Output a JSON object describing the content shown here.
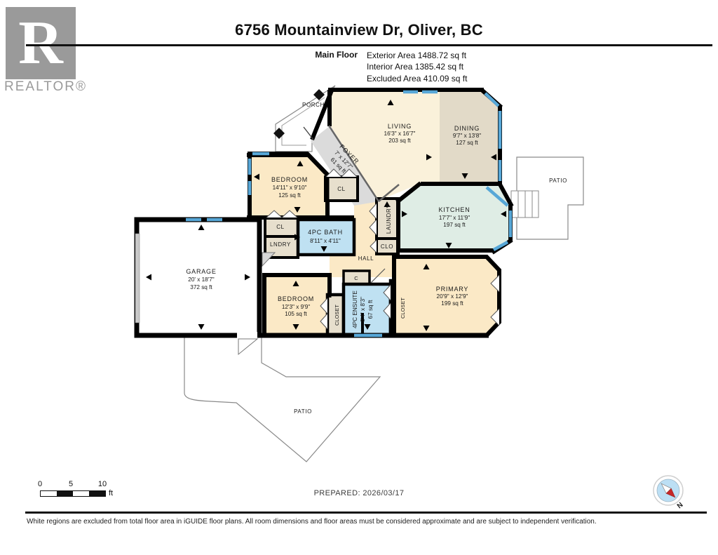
{
  "header": {
    "brand_letter": "R",
    "brand_name": "REALTOR®",
    "title": "6756 Mountainview Dr, Oliver, BC",
    "floor_label": "Main Floor",
    "area_lines": [
      "Exterior Area 1488.72 sq ft",
      "Interior Area 1385.42 sq ft",
      "Excluded Area 410.09 sq ft"
    ]
  },
  "rooms": {
    "porch": {
      "name": "PORCH"
    },
    "foyer": {
      "name": "FOYER",
      "dims": "7' x 12'7\"",
      "area": "61 sq ft"
    },
    "living": {
      "name": "LIVING",
      "dims": "16'3\" x 16'7\"",
      "area": "203 sq ft"
    },
    "dining": {
      "name": "DINING",
      "dims": "9'7\" x 13'8\"",
      "area": "127 sq ft"
    },
    "kitchen": {
      "name": "KITCHEN",
      "dims": "17'7\" x 11'9\"",
      "area": "197 sq ft"
    },
    "bedroom_upper": {
      "name": "BEDROOM",
      "dims": "14'11\" x 9'10\"",
      "area": "125 sq ft"
    },
    "closet_foyer": {
      "name": "CL"
    },
    "closet_hall": {
      "name": "CL"
    },
    "lndry": {
      "name": "LNDRY"
    },
    "bath": {
      "name": "4PC BATH",
      "dims": "8'11\" x 4'11\""
    },
    "laundry": {
      "name": "LAUNDRY"
    },
    "clo": {
      "name": "CLO"
    },
    "hall": {
      "name": "HALL"
    },
    "garage": {
      "name": "GARAGE",
      "dims": "20' x 18'7\"",
      "area": "372 sq ft"
    },
    "bedroom_lower": {
      "name": "BEDROOM",
      "dims": "12'3\" x 9'9\"",
      "area": "105 sq ft"
    },
    "c_closet": {
      "name": "C"
    },
    "closet_bedroom": {
      "name": "CLOSET"
    },
    "closet_primary": {
      "name": "CLOSET"
    },
    "ensuite": {
      "name": "4PC ENSUITE",
      "dims": "8'4\" x 8'3\"",
      "area": "67 sq ft"
    },
    "primary": {
      "name": "PRIMARY",
      "dims": "20'9\" x 12'9\"",
      "area": "199 sq ft"
    },
    "patio_upper": {
      "name": "PATIO"
    },
    "patio_lower": {
      "name": "PATIO"
    }
  },
  "scale_bar": {
    "ticks": [
      "0",
      "5",
      "10"
    ],
    "unit": "ft"
  },
  "footer": {
    "prepared": "PREPARED: 2026/03/17",
    "compass": "N",
    "disclaimer": "White regions are excluded from total floor area in iGUIDE floor plans. All room dimensions and floor areas must be considered approximate and are subject to independent verification."
  },
  "palette": {
    "wall": "#000000",
    "window_blue": "#57A7D7",
    "room_tan": "#FBE9C6",
    "living_cream": "#FAF1DA",
    "dining_beige": "#E2DAC8",
    "kitchen_green": "#DFEDE5",
    "bath_blue": "#BFE1F2",
    "closet_tan": "#E7DFCD",
    "foyer_gray": "#DBDBDB",
    "logo_gray": "#9A9A9A",
    "compass_blue": "#BCDFF4",
    "compass_red": "#C62828"
  }
}
